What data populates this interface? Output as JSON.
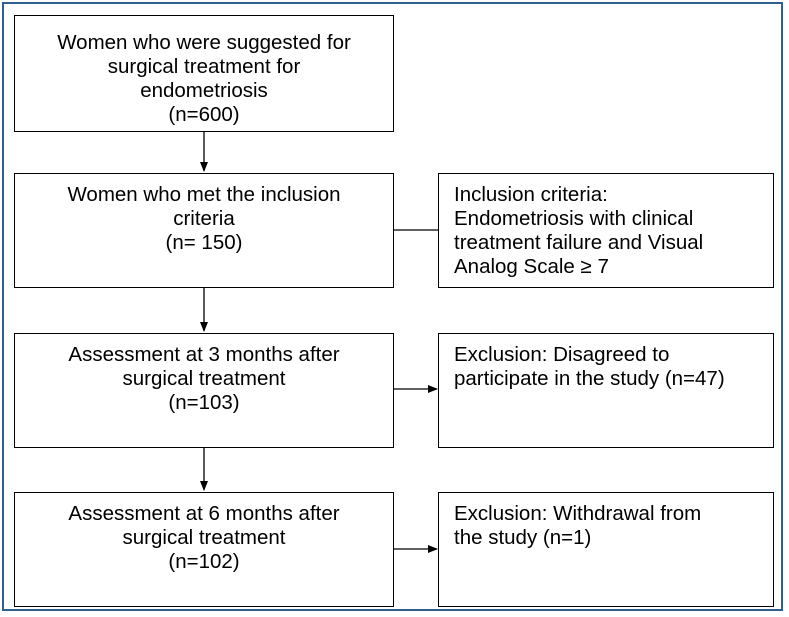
{
  "boxes": {
    "referred": {
      "lines": [
        "Women who were suggested for",
        "surgical treatment for",
        "endometriosis",
        "(n=600)"
      ]
    },
    "included": {
      "lines": [
        "Women who met the inclusion",
        "criteria",
        "(n= 150)"
      ]
    },
    "inclusion_criteria": {
      "lines": [
        "Inclusion criteria:",
        "Endometriosis with clinical",
        "treatment failure and Visual",
        "Analog Scale ≥ 7"
      ]
    },
    "assessment_3m": {
      "lines": [
        "Assessment at 3 months after",
        "surgical treatment",
        "(n=103)"
      ]
    },
    "exclusion_1": {
      "lines": [
        "Exclusion: Disagreed to",
        "participate in the study (n=47)"
      ]
    },
    "assessment_6m": {
      "lines": [
        "Assessment at 6 months after",
        "surgical treatment",
        "(n=102)"
      ]
    },
    "exclusion_2": {
      "lines": [
        "Exclusion: Withdrawal from",
        "the study (n=1)"
      ]
    }
  },
  "colors": {
    "frame": "#2e5f8f",
    "lines": "#000000"
  }
}
